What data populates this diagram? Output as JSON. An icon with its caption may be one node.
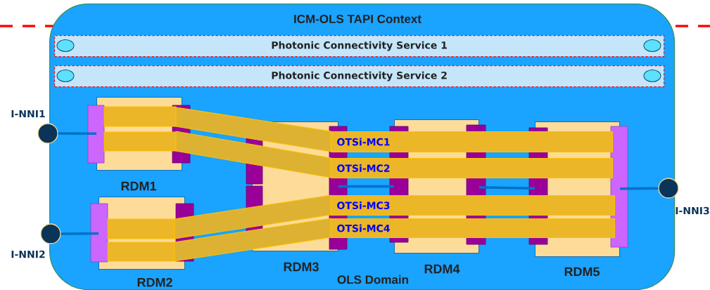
{
  "diagram": {
    "nodes": [
      {
        "text": [
          "ICM-OLS TAPI Context",
          "OLS Domain"
        ]
      },
      {
        "text": [
          "Photonic  Connectivity Service 1"
        ],
        "in": 0
      },
      {
        "text": [
          "Photonic  Connectivity Service 2"
        ],
        "in": 0
      },
      {
        "text": [
          "RDM1"
        ],
        "in": 0
      },
      {
        "text": [
          "RDM2"
        ],
        "in": 0
      },
      {
        "text": [
          "RDM3"
        ],
        "in": 0
      },
      {
        "text": [
          "RDM4"
        ],
        "in": 0
      },
      {
        "text": [
          "RDM5"
        ],
        "in": 0
      },
      {
        "text": [
          "I-NNI1"
        ]
      },
      {
        "text": [
          "I-NNI2"
        ]
      },
      {
        "text": [
          "I-NNI3"
        ]
      },
      {
        "text": [
          "OTSi-MC1"
        ],
        "in": 0
      },
      {
        "text": [
          "OTSi-MC2"
        ],
        "in": 0
      },
      {
        "text": [
          "OTSi-MC3"
        ],
        "in": 0
      },
      {
        "text": [
          "OTSi-MC4"
        ],
        "in": 0
      }
    ],
    "edges": [
      {
        "from": 8,
        "to": 3,
        "arrow": "none"
      },
      {
        "from": 9,
        "to": 4,
        "arrow": "none"
      },
      {
        "from": 10,
        "to": 7,
        "arrow": "none"
      },
      {
        "from": 5,
        "to": 6,
        "arrow": "none"
      },
      {
        "from": 6,
        "to": 7,
        "arrow": "none"
      }
    ]
  }
}
